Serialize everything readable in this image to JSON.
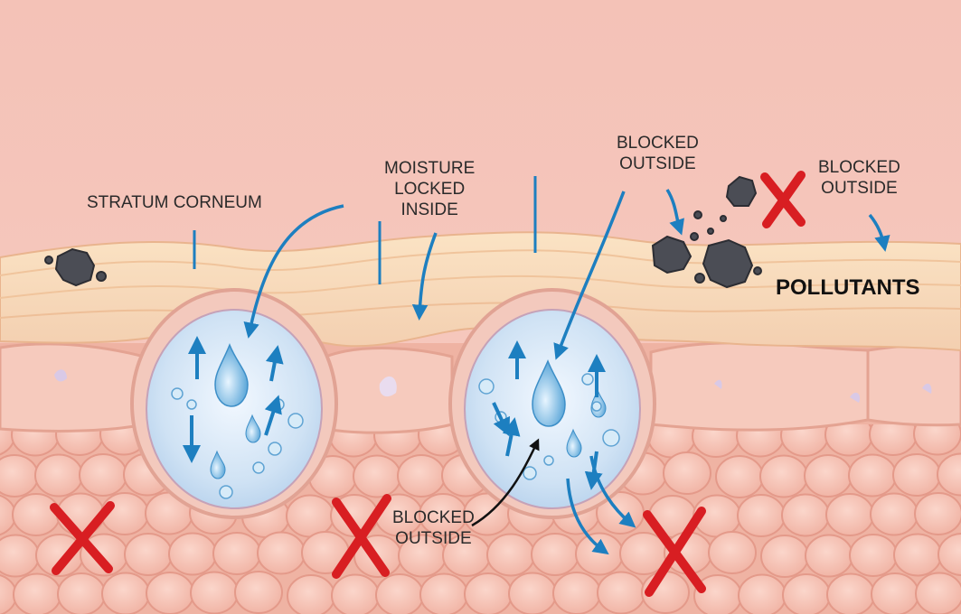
{
  "labels": {
    "stratum_corneum": "STRATUM CORNEUM",
    "moisture": [
      "MOISTURE",
      "LOCKED",
      "INSIDE"
    ],
    "blocked_top_center": [
      "BLOCKED",
      "OUTSIDE"
    ],
    "blocked_top_right": [
      "BLOCKED",
      "OUTSIDE"
    ],
    "blocked_bottom": [
      "BLOCKED",
      "OUTSIDE"
    ],
    "pollutants": "POLLUTANTS"
  },
  "colors": {
    "background_top": "#f6c6bd",
    "stratum_layer": "#f8d9b8",
    "cell_fill": "#f4c1b3",
    "cell_outline": "#e49a8a",
    "vesicle": "#cfe3f3",
    "arrow_blue": "#1d7fc0",
    "cross_red": "#d81e22",
    "pollutant": "#4b4d55"
  },
  "icons": [
    "pollutant-particle-icon",
    "blocked-cross-icon",
    "water-droplet-icon",
    "moisture-arrow-icon"
  ]
}
